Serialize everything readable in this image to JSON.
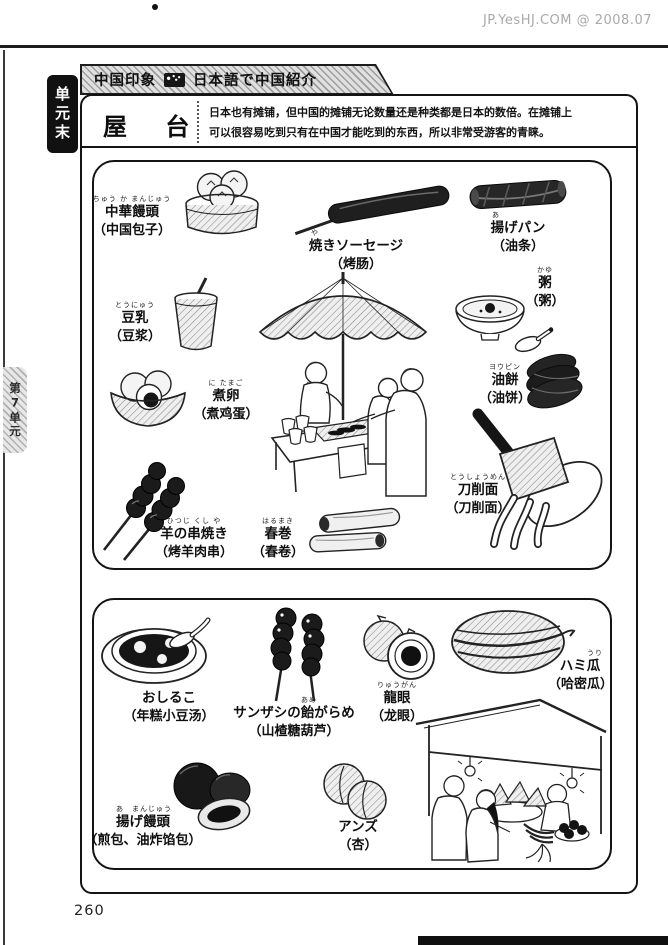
{
  "watermark": "JP.YesHJ.COM @ 2008.07",
  "page_number": "260",
  "colors": {
    "ink": "#1a1a1a",
    "paper": "#ffffff",
    "watermark_gray": "#a9a9a9"
  },
  "tabs": {
    "unit_end": "单元末",
    "unit7": "第7单元"
  },
  "header": {
    "series": "中国印象",
    "flag_icon": "china-flag",
    "subtitle": "日本語で中国紹介"
  },
  "title_box": {
    "title": "屋 台",
    "desc1": "日本也有摊铺，但中国的摊铺无论数量还是种类都是日本的数倍。在摊铺上",
    "desc2": "可以很容易吃到只有在中国才能吃到的东西，所以非常受游客的青睐。"
  },
  "panel1": {
    "scene": "street-stall-with-umbrella",
    "items": [
      {
        "furigana": "ちゅう か まんじゅう",
        "jp": "中華饅頭",
        "cn": "（中国包子）",
        "illustration": "steamed-bun-basket"
      },
      {
        "furigana": "や",
        "jp": "焼きソーセージ",
        "cn": "（烤肠）",
        "illustration": "grilled-sausage"
      },
      {
        "furigana": "あ",
        "jp": "揚げパン",
        "cn": "（油条）",
        "illustration": "fried-dough-stick"
      },
      {
        "furigana": "とうにゅう",
        "jp": "豆乳",
        "cn": "（豆浆）",
        "illustration": "soy-milk-cup"
      },
      {
        "furigana": "かゆ",
        "jp": "粥",
        "cn": "（粥）",
        "illustration": "porridge-bowl"
      },
      {
        "furigana": "に たまご",
        "jp": "煮卵",
        "cn": "（煮鸡蛋）",
        "illustration": "boiled-eggs-bowl"
      },
      {
        "furigana": "ヨウピン",
        "jp": "油餅",
        "cn": "（油饼）",
        "illustration": "fried-pancakes"
      },
      {
        "furigana": "とうしょうめん",
        "jp": "刀削面",
        "cn": "（刀削面）",
        "illustration": "knife-cut-noodles"
      },
      {
        "furigana": "ひつじ くし や",
        "jp": "羊の串焼き",
        "cn": "（烤羊肉串）",
        "illustration": "lamb-skewers"
      },
      {
        "furigana": "はるまき",
        "jp": "春巻",
        "cn": "（春卷）",
        "illustration": "spring-rolls"
      }
    ]
  },
  "panel2": {
    "scene": "fruit-stand",
    "items": [
      {
        "furigana": "",
        "jp": "おしるこ",
        "cn": "（年糕小豆汤）",
        "illustration": "red-bean-soup"
      },
      {
        "furigana": "あめ",
        "jp": "サンザシの飴がらめ",
        "cn": "（山楂糖葫芦）",
        "illustration": "candied-hawthorn"
      },
      {
        "furigana": "りゅうがん",
        "jp": "龍眼",
        "cn": "（龙眼）",
        "illustration": "longan"
      },
      {
        "furigana": "うり",
        "jp": "ハミ瓜",
        "cn": "（哈密瓜）",
        "illustration": "hami-melon"
      },
      {
        "furigana": "あ　まんじゅう",
        "jp": "揚げ饅頭",
        "cn": "（煎包、油炸馅包）",
        "illustration": "fried-buns"
      },
      {
        "furigana": "",
        "jp": "アンズ",
        "cn": "（杏）",
        "illustration": "apricots"
      }
    ]
  }
}
